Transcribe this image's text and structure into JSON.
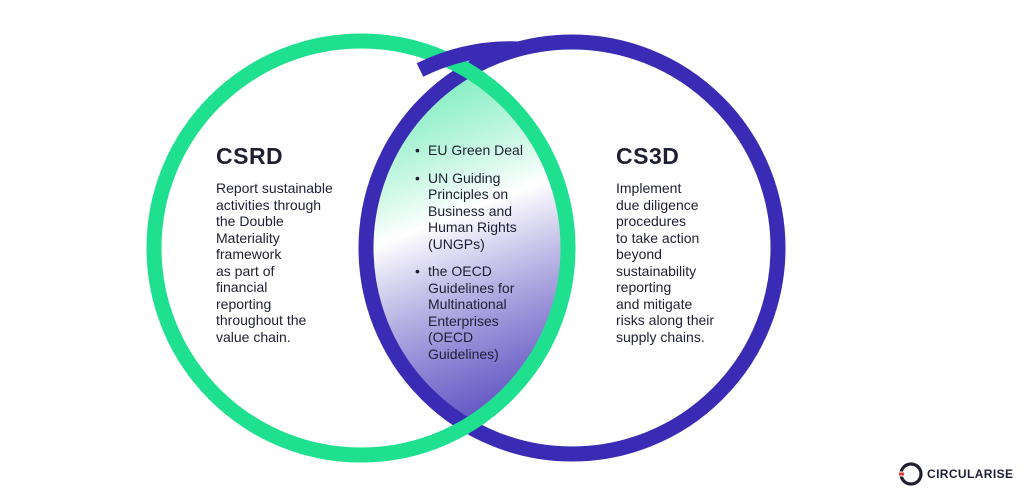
{
  "colors": {
    "csrd_ring": "#1ee08f",
    "cs3d_ring": "#3a2bb4",
    "text": "#1e1f33",
    "logo_accent": "#e6393a"
  },
  "left": {
    "title": "CSRD",
    "description": "Report sustainable\nactivities through\nthe Double\nMateriality\nframework\nas part of\nfinancial\nreporting\nthroughout the\nvalue chain."
  },
  "right": {
    "title": "CS3D",
    "description": "Implement\ndue diligence\nprocedures\nto take action\nbeyond\nsustainability\nreporting\nand mitigate\nrisks along their\nsupply chains."
  },
  "overlap": {
    "items": [
      "EU Green Deal",
      "UN Guiding\nPrinciples on\nBusiness and\nHuman Rights\n(UNGPs)",
      "the OECD\nGuidelines for\nMultinational\nEnterprises\n(OECD\nGuidelines)"
    ]
  },
  "logo": {
    "text": "CIRCULARISE",
    "icon": "circularise-logo-icon"
  }
}
